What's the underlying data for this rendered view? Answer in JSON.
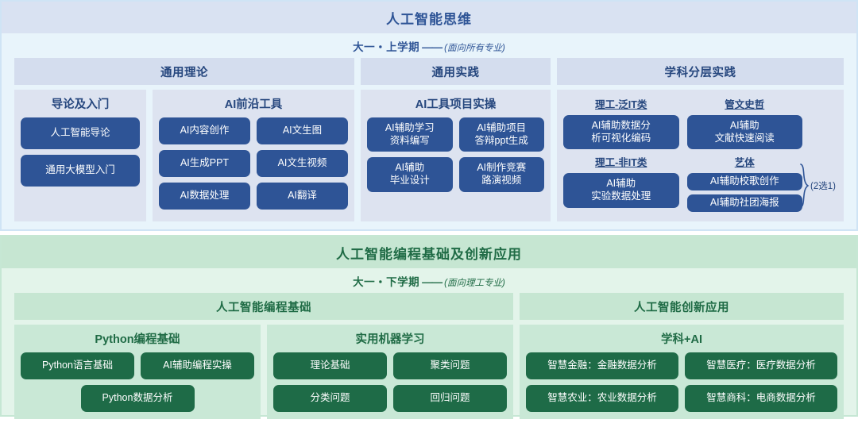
{
  "colors": {
    "blue_accent": "#2e5496",
    "blue_panel": "#dde3f0",
    "blue_band": "#d9e2f2",
    "blue_bg": "#e8f4fb",
    "green_accent": "#1e6b47",
    "green_panel": "#c9e8d6",
    "green_band": "#c6e6d2",
    "green_bg": "#e3f4ea"
  },
  "semester1": {
    "course_title": "人工智能思维",
    "term": "大一・上学期",
    "dash": "——",
    "audience": "(面向所有专业)",
    "columns": [
      {
        "head": "通用理论",
        "groups": [
          {
            "title": "导论及入门",
            "layout": "c1",
            "chips": [
              "人工智能导论",
              "通用大模型入门"
            ]
          },
          {
            "title": "AI前沿工具",
            "layout": "c2",
            "chips": [
              "AI内容创作",
              "AI文生图",
              "AI生成PPT",
              "AI文生视频",
              "AI数据处理",
              "AI翻译"
            ]
          }
        ]
      },
      {
        "head": "通用实践",
        "groups": [
          {
            "title": "AI工具项目实操",
            "layout": "c2tall",
            "chips": [
              "AI辅助学习\n资料编写",
              "AI辅助项目\n答辩ppt生成",
              "AI辅助\n毕业设计",
              "AI制作竞赛\n路演视频"
            ]
          }
        ]
      },
      {
        "head": "学科分层实践",
        "groups": [
          {
            "title": "",
            "layout": "layered",
            "sub_sections": [
              {
                "label": "理工-泛IT类",
                "chips": [
                  "AI辅助数据分\n析可视化编码"
                ]
              },
              {
                "label": "管文史哲",
                "chips": [
                  "AI辅助\n文献快速阅读"
                ]
              },
              {
                "label": "理工-非IT类",
                "chips": [
                  "AI辅助\n实验数据处理"
                ]
              },
              {
                "label": "艺体",
                "chips": [
                  "AI辅助校歌创作",
                  "AI辅助社团海报"
                ],
                "pick": "(2选1)"
              }
            ]
          }
        ]
      }
    ]
  },
  "semester2": {
    "course_title": "人工智能编程基础及创新应用",
    "term": "大一・下学期",
    "dash": "——",
    "audience": "(面向理工专业)",
    "columns": [
      {
        "head": "人工智能编程基础",
        "groups": [
          {
            "title": "Python编程基础",
            "layout": "c2",
            "chips": [
              "Python语言基础",
              "AI辅助编程实操",
              "Python数据分析"
            ]
          },
          {
            "title": "实用机器学习",
            "layout": "c2",
            "chips": [
              "理论基础",
              "聚类问题",
              "分类问题",
              "回归问题"
            ]
          }
        ]
      },
      {
        "head": "人工智能创新应用",
        "groups": [
          {
            "title": "学科+AI",
            "layout": "c2",
            "chips": [
              "智慧金融：金融数据分析",
              "智慧医疗：医疗数据分析",
              "智慧农业：农业数据分析",
              "智慧商科：电商数据分析"
            ]
          }
        ]
      }
    ]
  }
}
